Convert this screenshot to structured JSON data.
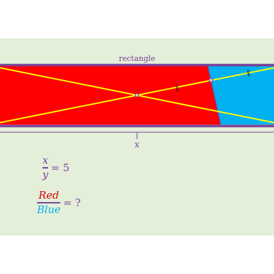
{
  "labels": {
    "rectangle": "rectangle",
    "x_label": "x"
  },
  "equation1": {
    "numerator": "x",
    "denominator": "y",
    "rhs": "= 5"
  },
  "equation2": {
    "numerator": "Red",
    "denominator": "Blue",
    "rhs": "= ?"
  },
  "tick_mark": "‖",
  "colors": {
    "background_panel": "#e3efd9",
    "red_region": "#ff0000",
    "blue_region": "#00b0f0",
    "outline": "#7b3f98",
    "diagonal": "#ffff00"
  }
}
